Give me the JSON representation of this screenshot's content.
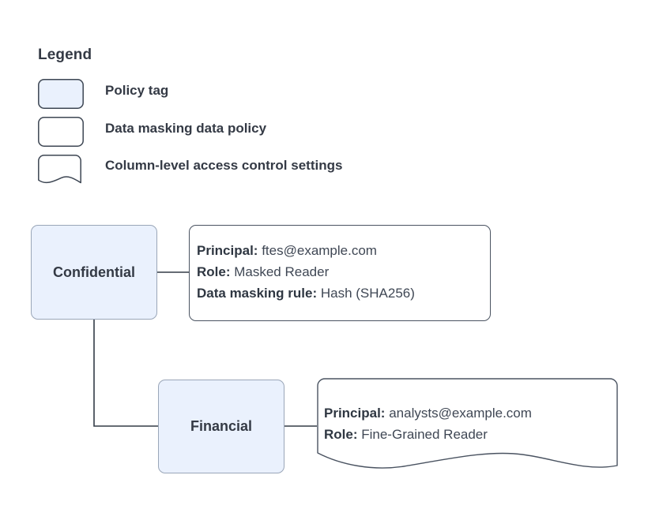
{
  "legend": {
    "title": "Legend",
    "items": [
      {
        "swatch": "policy-tag-swatch",
        "label": "Policy tag",
        "shape": "rounded-rect",
        "fill": "#eaf1fd"
      },
      {
        "swatch": "data-masking-policy-swatch",
        "label": "Data masking data policy",
        "shape": "rounded-rect",
        "fill": "#ffffff"
      },
      {
        "swatch": "column-access-settings-swatch",
        "label": "Column-level access control settings",
        "shape": "wavy-bottom-rect",
        "fill": "#ffffff"
      }
    ]
  },
  "nodes": [
    {
      "id": "confidential",
      "label": "Confidential"
    },
    {
      "id": "financial",
      "label": "Financial"
    }
  ],
  "details": [
    {
      "id": "confidential-policy",
      "shape": "rounded-rect",
      "lines": [
        {
          "key": "Principal:",
          "value": "ftes@example.com"
        },
        {
          "key": "Role:",
          "value": "Masked Reader"
        },
        {
          "key": "Data masking rule:",
          "value": "Hash (SHA256)"
        }
      ]
    },
    {
      "id": "financial-settings",
      "shape": "wavy-bottom-rect",
      "lines": [
        {
          "key": "Principal:",
          "value": "analysts@example.com"
        },
        {
          "key": "Role:",
          "value": "Fine-Grained Reader"
        }
      ]
    }
  ],
  "colors": {
    "node_fill": "#eaf1fd",
    "node_border": "#9aa6b8",
    "box_border": "#4a5361",
    "text": "#343a45",
    "value_text": "#3f4754",
    "connector": "#333b47",
    "background": "#ffffff"
  }
}
